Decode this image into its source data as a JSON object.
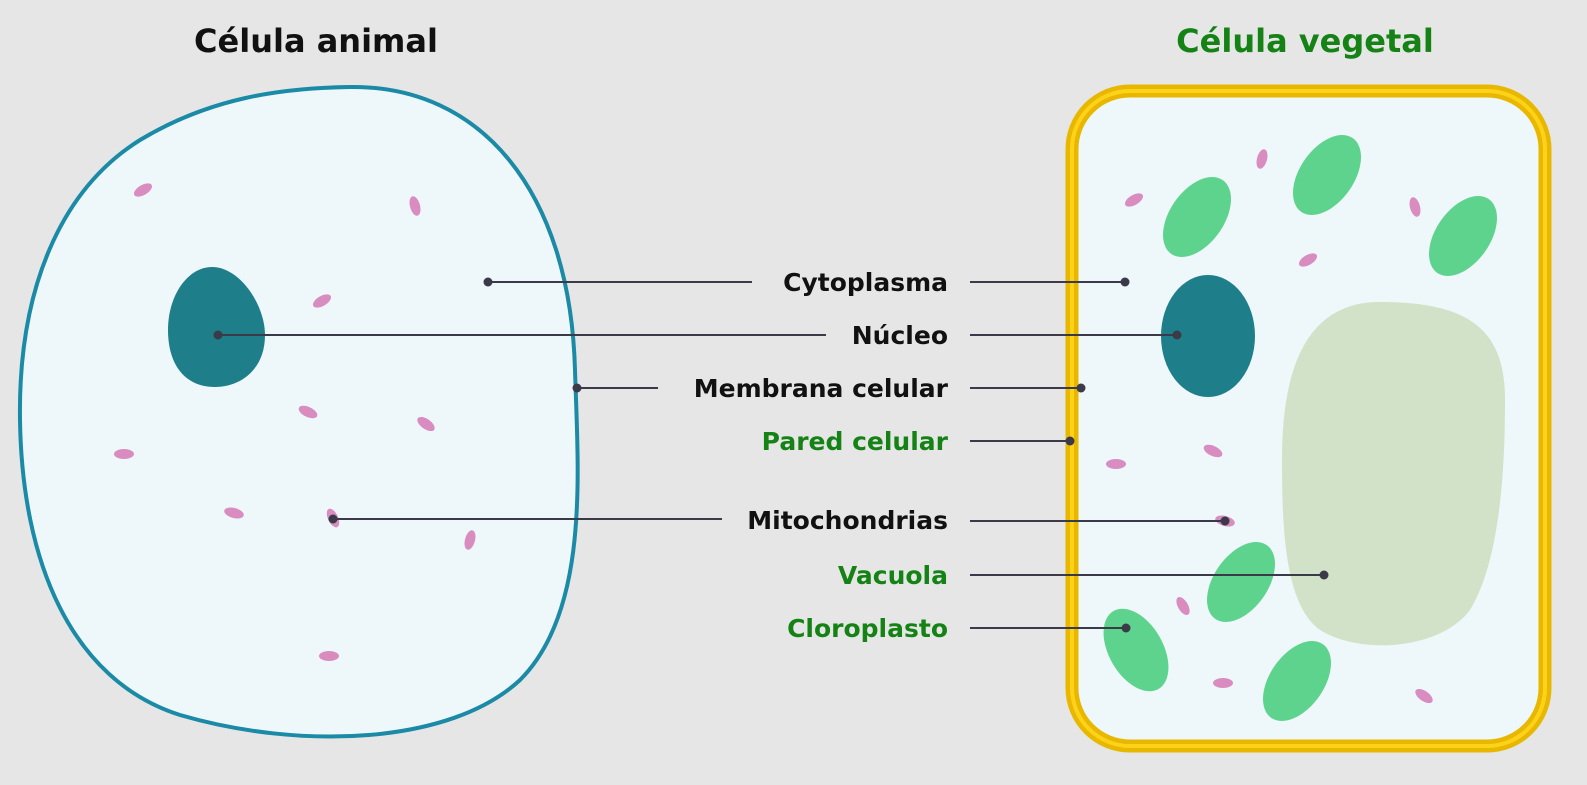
{
  "titles": {
    "animal": "Célula animal",
    "plant": "Célula vegetal"
  },
  "labels": [
    {
      "text": "Cytoplasma",
      "type": "common"
    },
    {
      "text": "Núcleo",
      "type": "common"
    },
    {
      "text": "Membrana celular",
      "type": "common"
    },
    {
      "text": "Pared celular",
      "type": "plant"
    },
    {
      "text": "Mitochondrias",
      "type": "common"
    },
    {
      "text": "Vacuola",
      "type": "plant"
    },
    {
      "text": "Cloroplasto",
      "type": "plant"
    }
  ],
  "colors": {
    "background": "#e6e6e6",
    "cytoplasm": "#eef7f9",
    "membrane": "#1a8aa6",
    "nucleus": "#1e7f8a",
    "mitochondria": "#d98cc0",
    "chloroplast": "#5ed38e",
    "vacuole": "#d1e2c8",
    "cell_wall": "#e8b800",
    "common_text": "#111111",
    "plant_text": "#148214"
  }
}
